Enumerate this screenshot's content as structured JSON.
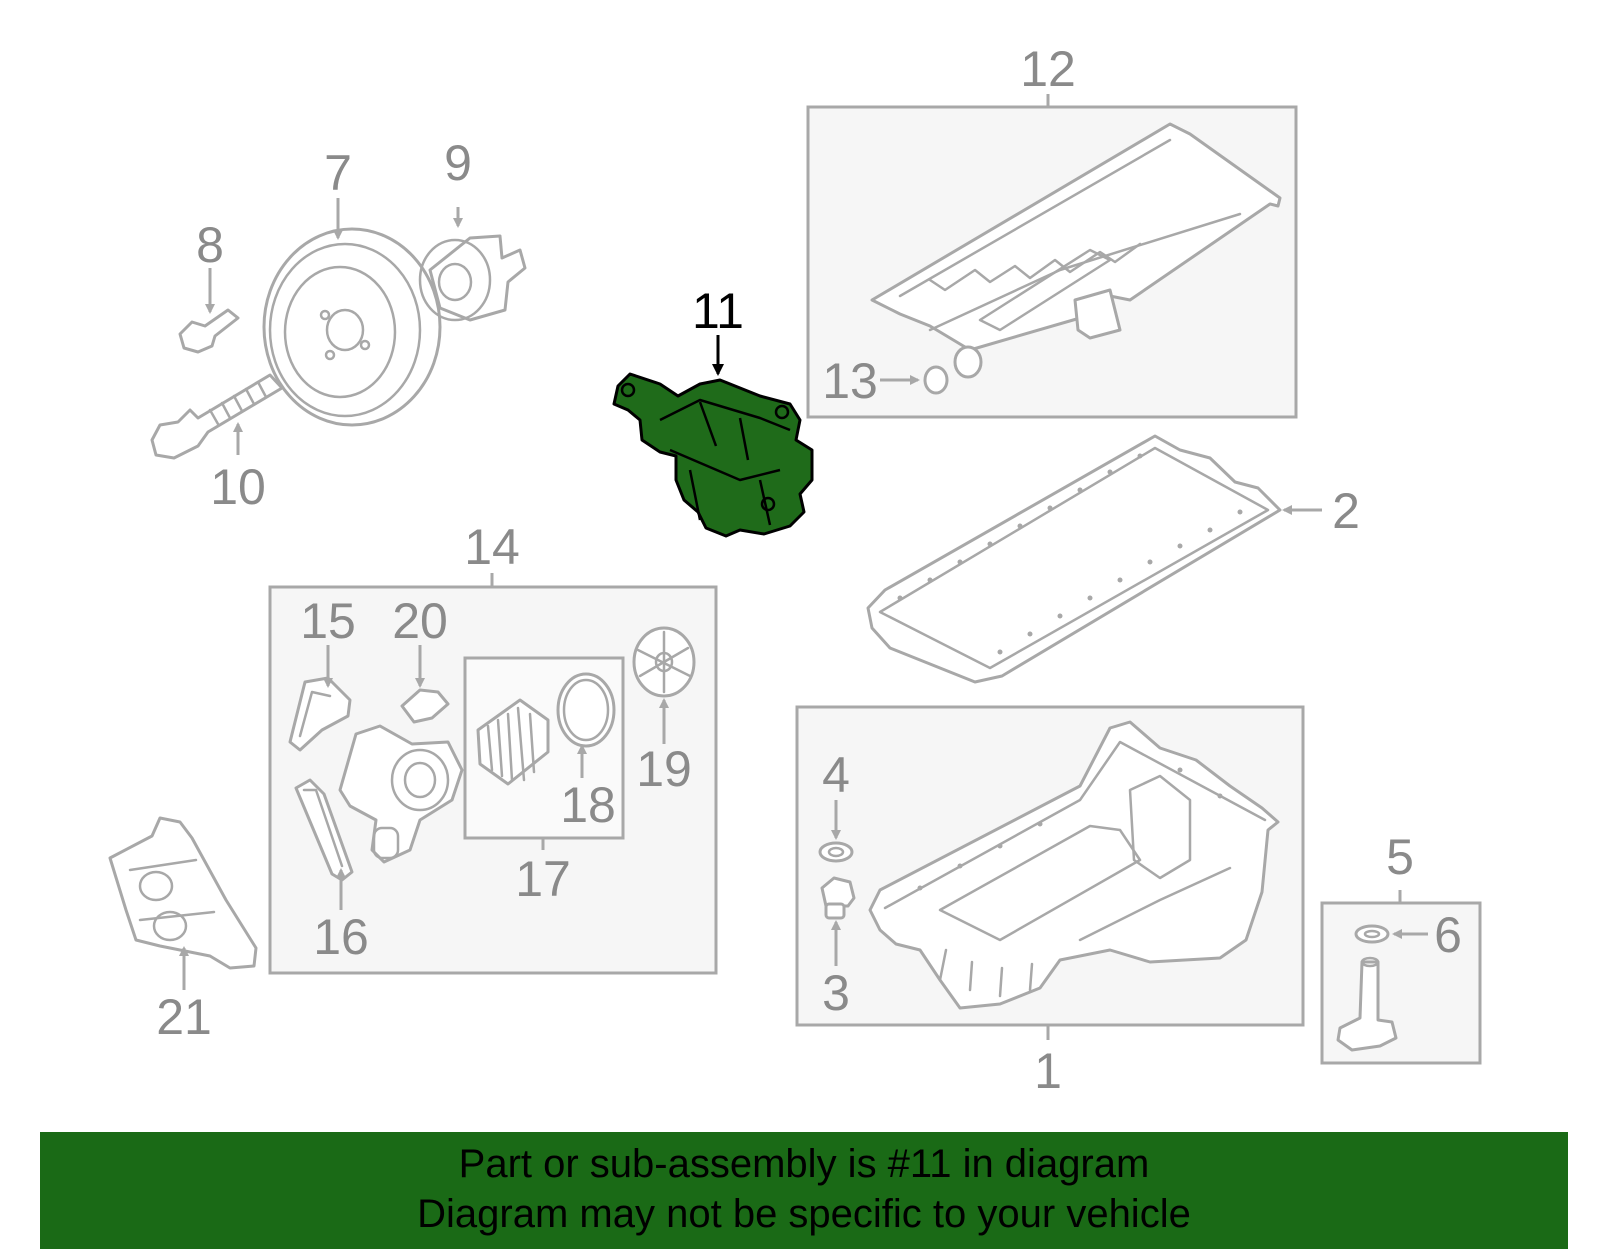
{
  "banner": {
    "line1": "Part or sub-assembly is #11 in diagram",
    "line2": "Diagram may not be specific to your vehicle",
    "color": "#1a6a16"
  },
  "highlight_color": "#1f6b1a",
  "callouts": {
    "c1": "1",
    "c2": "2",
    "c3": "3",
    "c4": "4",
    "c5": "5",
    "c6": "6",
    "c7": "7",
    "c8": "8",
    "c9": "9",
    "c10": "10",
    "c11": "11",
    "c12": "12",
    "c13": "13",
    "c14": "14",
    "c15": "15",
    "c16": "16",
    "c17": "17",
    "c18": "18",
    "c19": "19",
    "c20": "20",
    "c21": "21"
  },
  "highlighted_part": "11"
}
